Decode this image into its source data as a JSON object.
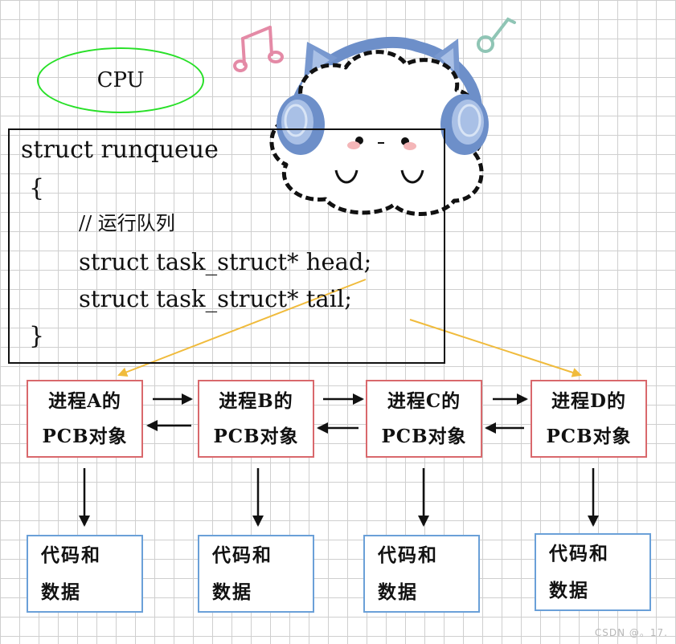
{
  "cpu": {
    "label": "CPU"
  },
  "runqueue": {
    "lines": [
      "struct runqueue",
      "{",
      "// 运行队列",
      "struct task_struct* head;",
      "struct task_struct* tail;",
      "}"
    ]
  },
  "processes": [
    {
      "line1": "进程A的",
      "line2": "PCB对象"
    },
    {
      "line1": "进程B的",
      "line2": "PCB对象"
    },
    {
      "line1": "进程C的",
      "line2": "PCB对象"
    },
    {
      "line1": "进程D的",
      "line2": "PCB对象"
    }
  ],
  "data_boxes": [
    {
      "line1": "代码和",
      "line2": "数据"
    },
    {
      "line1": "代码和",
      "line2": "数据"
    },
    {
      "line1": "代码和",
      "line2": "数据"
    },
    {
      "line1": "代码和",
      "line2": "数据"
    }
  ],
  "colors": {
    "grid": "#cfcfcf",
    "cpu_border": "#28e028",
    "pcb_border": "#d9686c",
    "data_border": "#6aa0d8",
    "pointer_arrow": "#f0bb3c",
    "link_arrow": "#111111"
  },
  "decorations": {
    "mascot": "cloud-mascot-with-headphones",
    "note1": "music-note-icon",
    "note2": "music-note-icon"
  },
  "watermark": "CSDN @。17."
}
